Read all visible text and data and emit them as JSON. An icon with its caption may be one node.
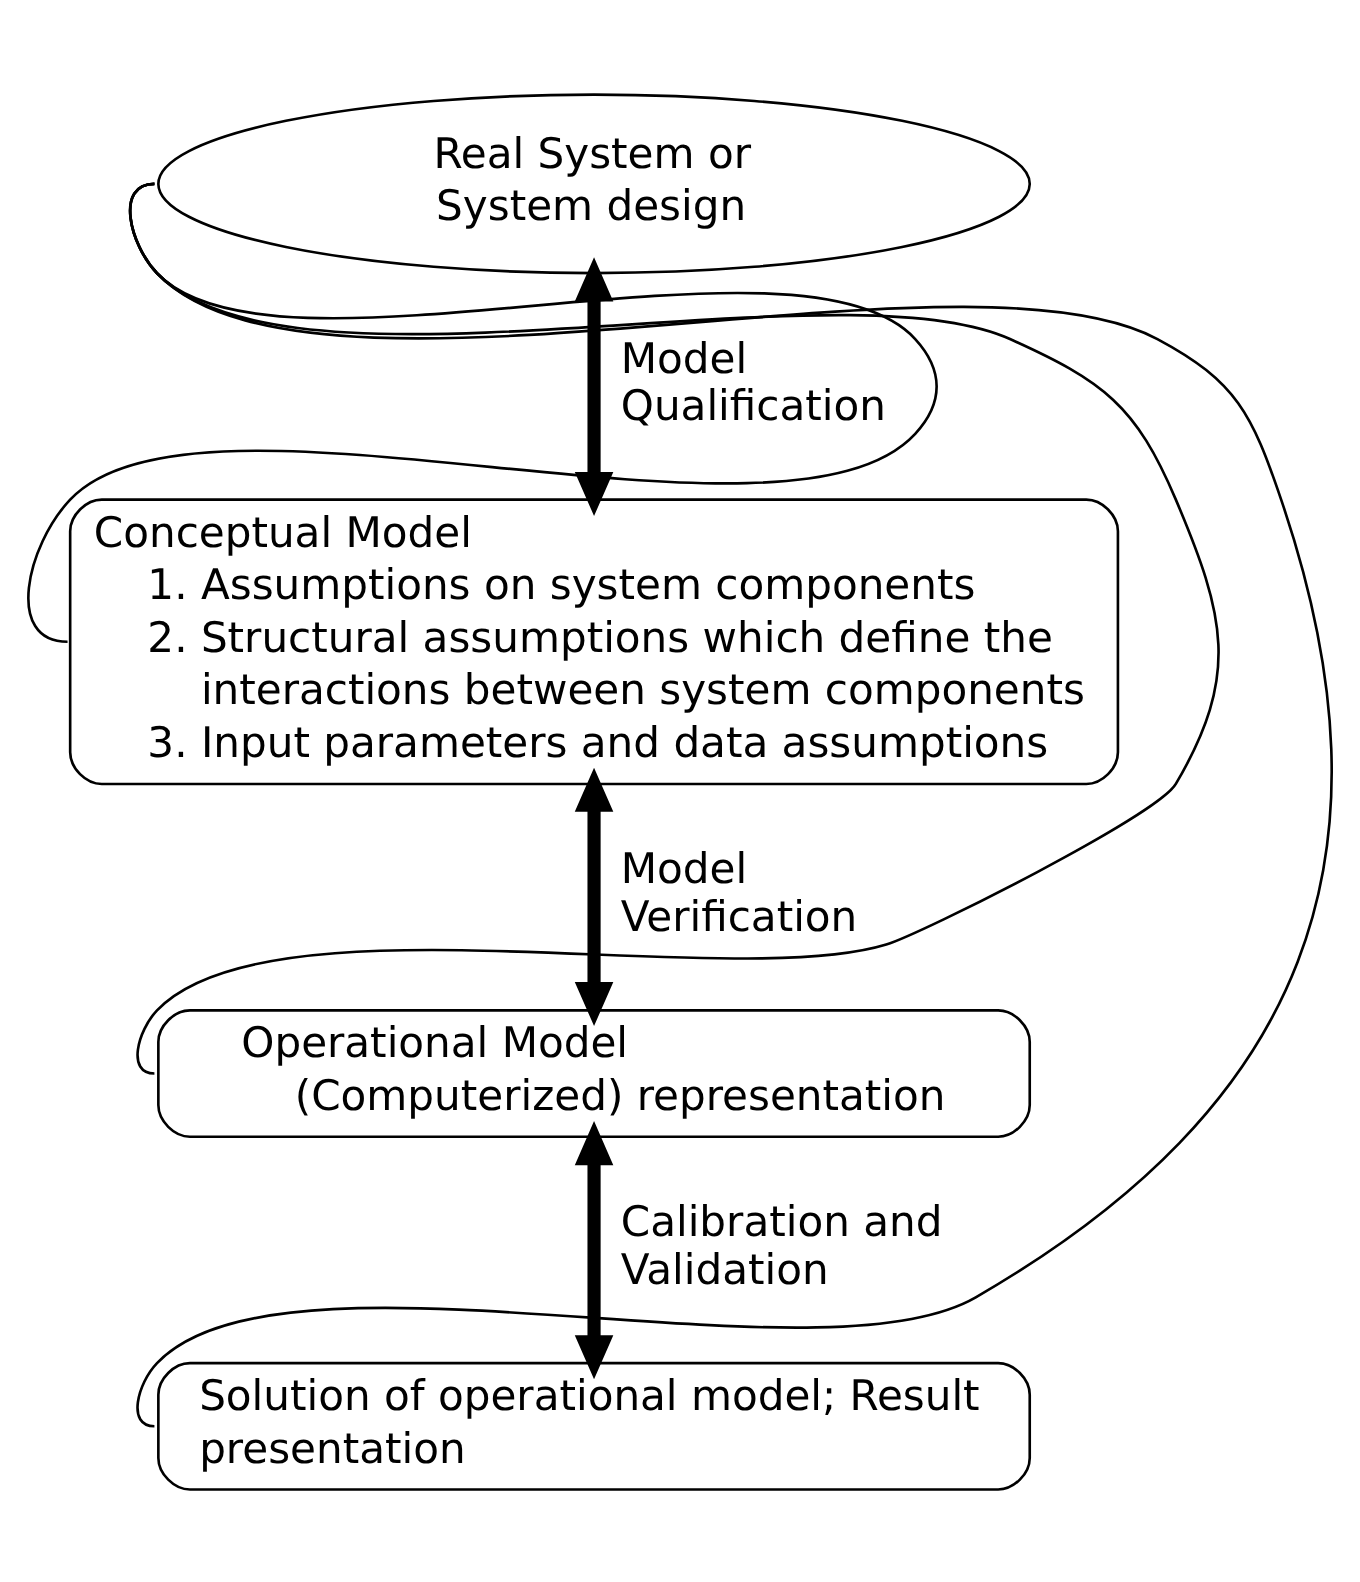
{
  "diagram": {
    "nodes": [
      {
        "text": [
          "Real System or System design"
        ]
      },
      {
        "text": [
          "Conceptual Model",
          "1. Assumptions on system components",
          "2. Structural assumptions which define the interactions between system components",
          "3. Input parameters and data assumptions"
        ]
      },
      {
        "text": [
          "Operational Model",
          "(Computerized) representation"
        ]
      },
      {
        "text": [
          "Solution of operational model; Result presentation"
        ]
      }
    ],
    "edges": [
      {
        "from": 0,
        "to": 1,
        "arrow": "both",
        "label": "Model Qualification",
        "style": "thick"
      },
      {
        "from": 1,
        "to": 2,
        "arrow": "both",
        "label": "Model Verification",
        "style": "thick"
      },
      {
        "from": 2,
        "to": 3,
        "arrow": "both",
        "label": "Calibration and Validation",
        "style": "thick"
      },
      {
        "from": 0,
        "to": 1,
        "arrow": "none"
      },
      {
        "from": 0,
        "to": 2,
        "arrow": "none"
      },
      {
        "from": 0,
        "to": 3,
        "arrow": "none"
      }
    ]
  }
}
